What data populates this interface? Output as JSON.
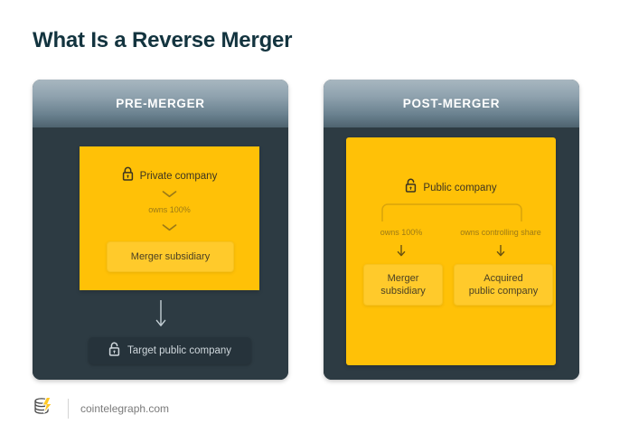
{
  "page": {
    "title": "What Is a Reverse Merger",
    "accent_yellow": "#ffc107",
    "panel_dark": "#2d3b43",
    "title_color": "#13343f"
  },
  "panels": [
    {
      "id": "pre",
      "header": "PRE-MERGER",
      "root": {
        "icon": "lock-closed-icon",
        "label": "Private company"
      },
      "connector_1": "chevron-down-icon",
      "relation": "owns 100%",
      "connector_2": "chevron-down-icon",
      "child": "Merger subsidiary",
      "arrow": "arrow-down-icon",
      "target": {
        "icon": "lock-open-icon",
        "label": "Target public company"
      }
    },
    {
      "id": "post",
      "header": "POST-MERGER",
      "root": {
        "icon": "lock-open-icon",
        "label": "Public company"
      },
      "branches": [
        {
          "relation": "owns 100%",
          "arrow": "arrow-down-icon",
          "label": "Merger\nsubsidiary"
        },
        {
          "relation": "owns controlling share",
          "arrow": "arrow-down-icon",
          "label": "Acquired\npublic company"
        }
      ]
    }
  ],
  "footer": {
    "logo": "cointelegraph-logo-icon",
    "label": "cointelegraph.com"
  }
}
